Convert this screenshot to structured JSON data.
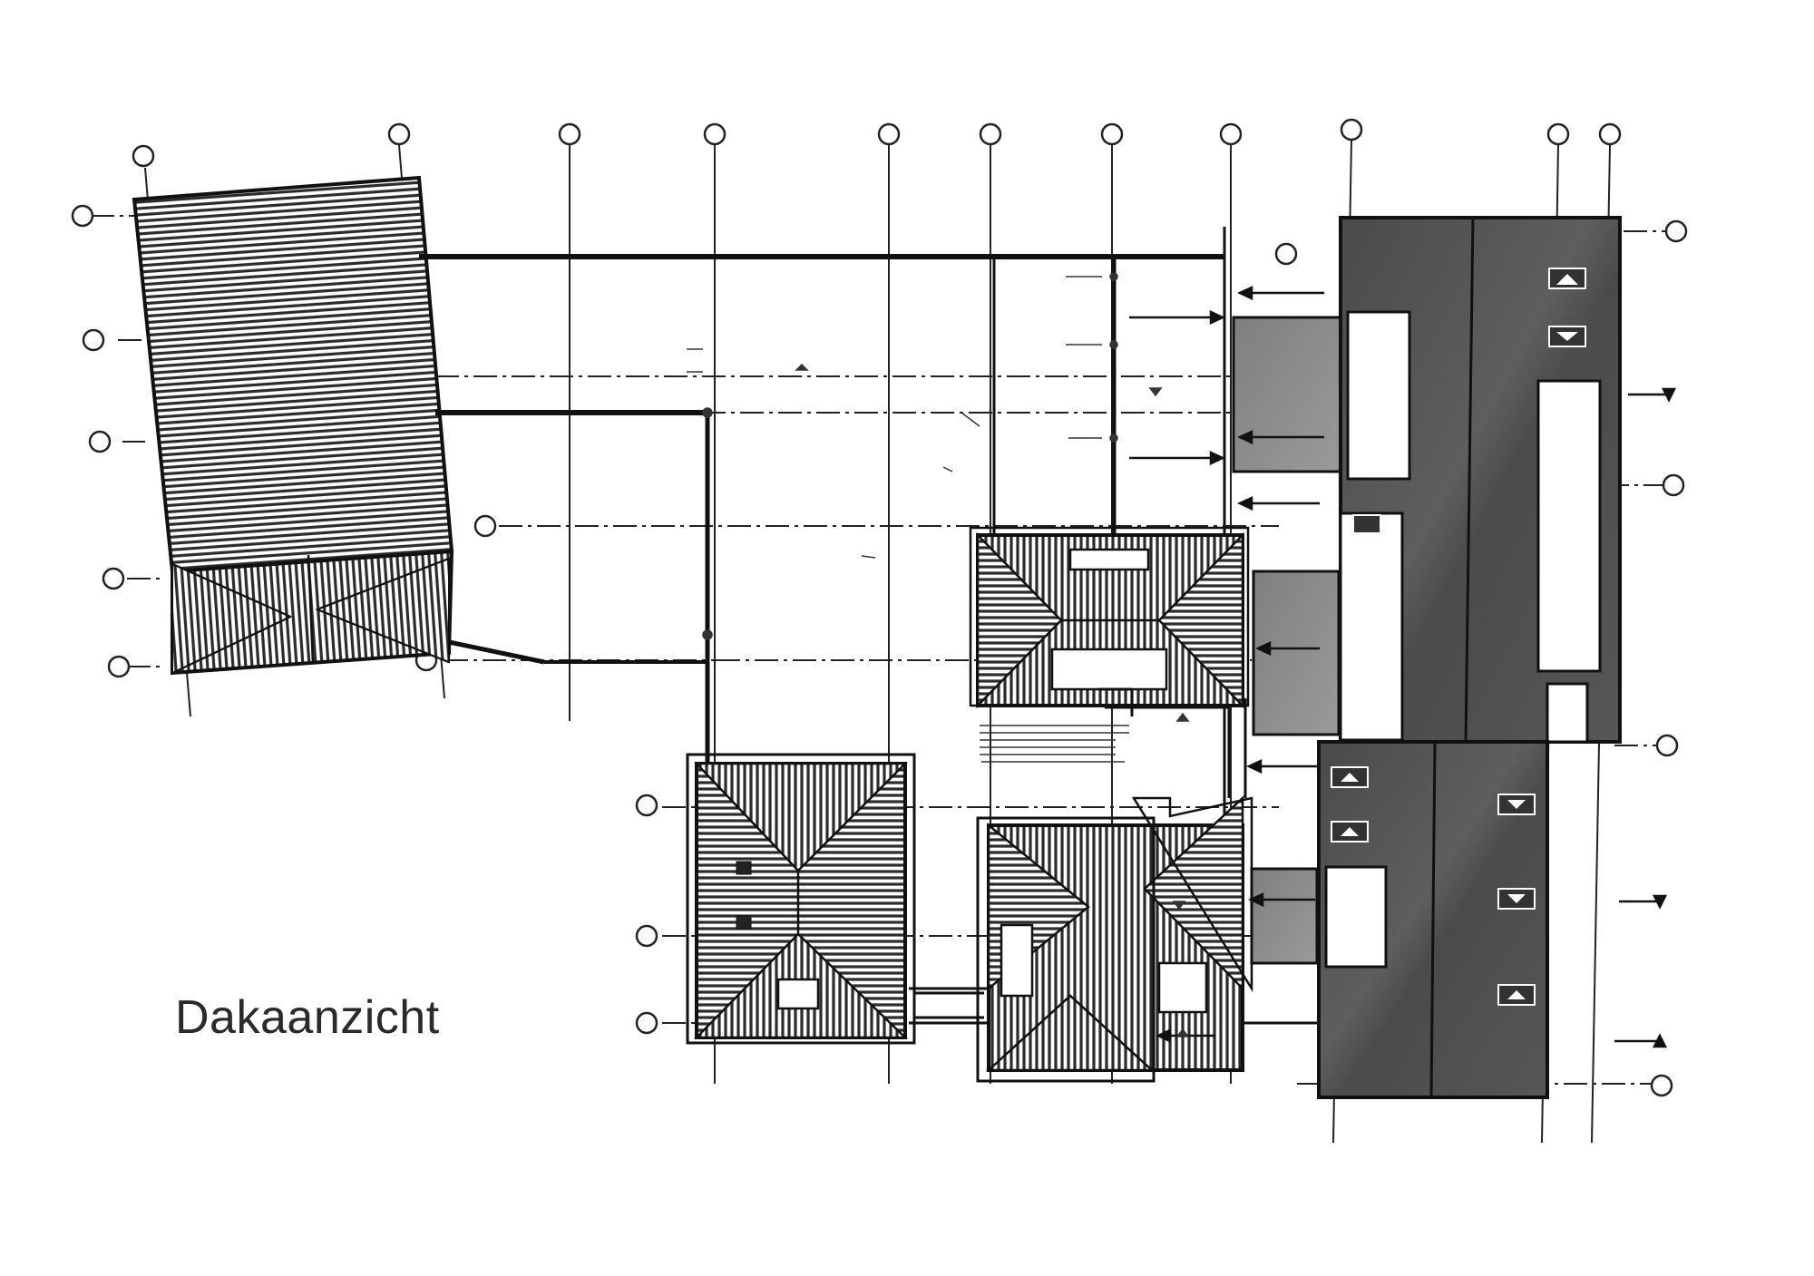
{
  "drawing": {
    "title": "Dakaanzicht"
  },
  "colors": {
    "line": "#111111",
    "grid": "#222222",
    "flat_roof_dark": "#505050",
    "flat_roof_mid": "#8c8c8c",
    "hatch_roof": "#2b2b2b",
    "paper": "#ffffff"
  },
  "legend": {
    "items": [
      {
        "kind": "hipped-roof",
        "fill": "hatched"
      },
      {
        "kind": "flat-roof",
        "fill": "dark-grey"
      },
      {
        "kind": "roof-light",
        "fill": "white"
      }
    ]
  }
}
